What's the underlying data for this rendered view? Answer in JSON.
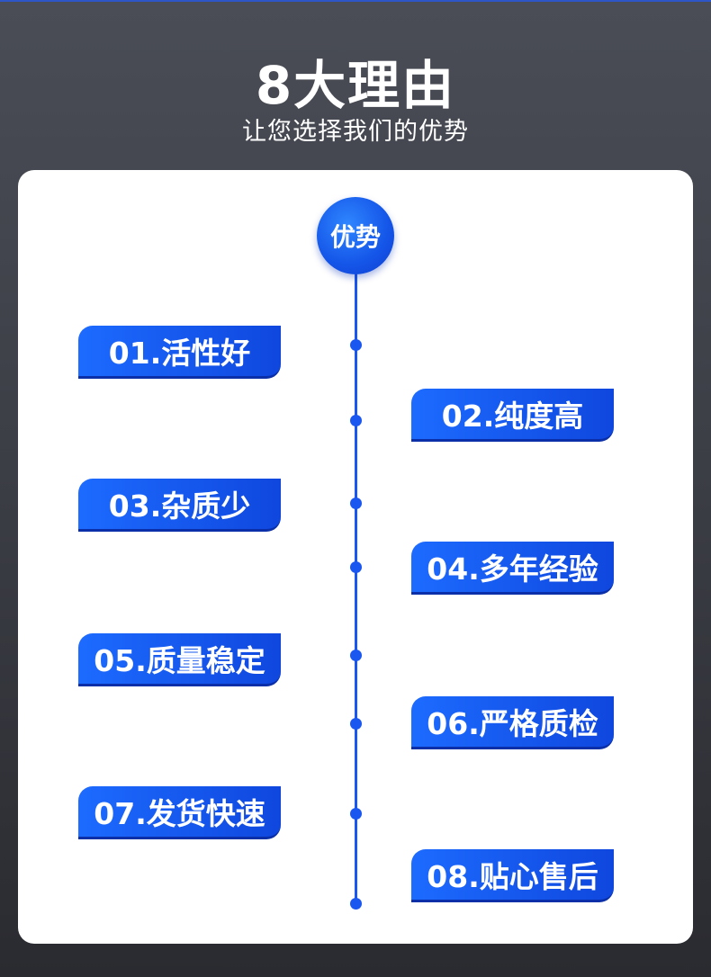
{
  "header": {
    "title": "8大理由",
    "subtitle": "让您选择我们的优势"
  },
  "badge": {
    "label": "优势"
  },
  "items": [
    {
      "label": "01.活性好"
    },
    {
      "label": "02.纯度高"
    },
    {
      "label": "03.杂质少"
    },
    {
      "label": "04.多年经验"
    },
    {
      "label": "05.质量稳定"
    },
    {
      "label": "06.严格质检"
    },
    {
      "label": "07.发货快速"
    },
    {
      "label": "08.贴心售后"
    }
  ],
  "colors": {
    "accent": "#1a56f0",
    "background": "#3d3f47",
    "panel": "#ffffff"
  }
}
